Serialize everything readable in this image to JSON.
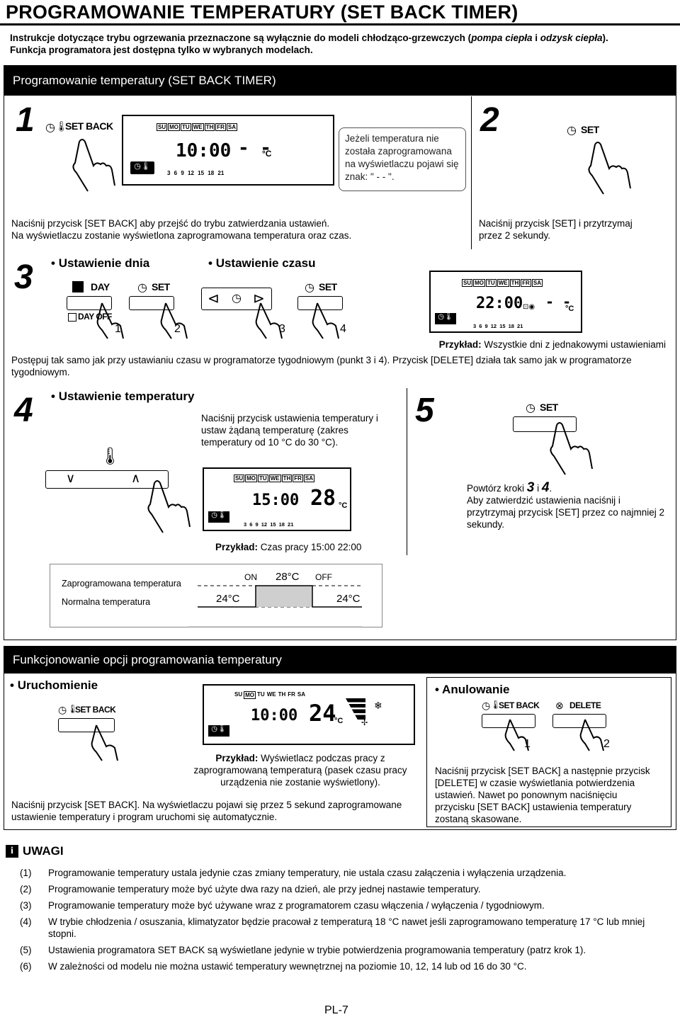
{
  "title": "PROGRAMOWANIE TEMPERATURY (SET BACK TIMER)",
  "intro": {
    "line1_a": "Instrukcje dotyczące trybu ogrzewania przeznaczone są wyłącznie do modeli chłodząco-grzewczych (",
    "line1_b": "pompa ciepła",
    "line1_c": " i ",
    "line1_d": "odzysk ciepła",
    "line1_e": ").",
    "line2": "Funkcja programatora jest dostępna tylko w wybranych modelach."
  },
  "section1": {
    "header": "Programowanie temperatury (SET BACK TIMER)",
    "step1_num": "1",
    "step1_button": "SET BACK",
    "lcd1": {
      "days": [
        "SU",
        "MO",
        "TU",
        "WE",
        "TH",
        "FR",
        "SA"
      ],
      "time": "10:00",
      "temp": "- -",
      "unit": "°C",
      "scale": "3 6 9 12 15 18 21"
    },
    "callout": "Jeżeli temperatura nie została zaprogramowana na wyświetlaczu pojawi się znak: \" - - \".",
    "step1_text1": "Naciśnij przycisk [SET BACK] aby przejść do trybu zatwierdzania ustawień.",
    "step1_text2": "Na wyświetlaczu zostanie wyświetlona zaprogramowana temperatura oraz czas.",
    "step2_num": "2",
    "step2_button": "SET",
    "step2_text1": "Naciśnij przycisk [SET] i przytrzymaj",
    "step2_text2": "przez 2 sekundy.",
    "step3_num": "3",
    "step3_day_label": "Ustawienie dnia",
    "step3_time_label": "Ustawienie czasu",
    "day_label": "DAY",
    "dayoff_label": "DAY OFF",
    "set_label": "SET",
    "finger_nums": [
      "1",
      "2",
      "3",
      "4"
    ],
    "lcd2": {
      "days": [
        "SU",
        "MO",
        "TU",
        "WE",
        "TH",
        "FR",
        "SA"
      ],
      "time": "22:00",
      "temp": "- -",
      "unit": "°C",
      "scale": "3 6 9 12 15 18 21"
    },
    "example3_bold": "Przykład:",
    "example3_text": " Wszystkie dni z jednakowymi ustawieniami",
    "step3_text": "Postępuj tak samo jak przy ustawianiu czasu w programatorze tygodniowym (punkt 3 i 4). Przycisk [DELETE] działa tak samo jak w programatorze tygodniowym.",
    "step4_num": "4",
    "step4_label": "Ustawienie temperatury",
    "step4_text": "Naciśnij przycisk ustawienia temperatury i ustaw żądaną temperaturę (zakres temperatury od 10 °C do 30 °C).",
    "lcd3": {
      "days": [
        "SU",
        "MO",
        "TU",
        "WE",
        "TH",
        "FR",
        "SA"
      ],
      "time": "15:00",
      "temp": "28",
      "unit": "°C",
      "scale": "3 6 9 12 15 18 21"
    },
    "example4_bold": "Przykład:",
    "example4_text": " Czas pracy 15:00  22:00",
    "step5_num": "5",
    "step5_button": "SET",
    "step5_repeat_a": "Powtórz kroki ",
    "step5_repeat_3": "3",
    "step5_repeat_i": " i ",
    "step5_repeat_4": "4",
    "step5_repeat_dot": ".",
    "step5_text": "Aby zatwierdzić ustawienia naciśnij i przytrzymaj przycisk [SET] przez co najmniej 2 sekundy.",
    "graph": {
      "programmed_label": "Zaprogramowana temperatura",
      "normal_label": "Normalna temperatura",
      "on": "ON",
      "off": "OFF",
      "high": "28°C",
      "low_left": "24°C",
      "low_right": "24°C"
    }
  },
  "section2": {
    "header": "Funkcjonowanie opcji programowania temperatury",
    "start_label": "Uruchomienie",
    "start_button": "SET BACK",
    "lcd4": {
      "days": [
        "SU",
        "MO",
        "TU",
        "WE",
        "TH",
        "FR",
        "SA"
      ],
      "time": "10:00",
      "temp": "24",
      "unit": "°C"
    },
    "example5_bold": "Przykład:",
    "example5_text": " Wyświetlacz podczas pracy z zaprogramowaną temperaturą (pasek czasu pracy urządzenia nie zostanie wyświetlony).",
    "start_text": "Naciśnij przycisk [SET BACK]. Na wyświetlaczu pojawi się przez 5 sekund zaprogramowane ustawienie temperatury i program uruchomi się automatycznie.",
    "cancel_label": "Anulowanie",
    "cancel_btn1": "SET BACK",
    "cancel_btn2": "DELETE",
    "cancel_nums": [
      "1",
      "2"
    ],
    "cancel_text": "Naciśnij przycisk [SET BACK] a następnie przycisk [DELETE] w czasie wyświetlania potwierdzenia ustawień. Nawet po ponownym naciśnięciu przycisku [SET BACK] ustawienia temperatury zostaną skasowane."
  },
  "notes": {
    "title": "UWAGI",
    "items": [
      {
        "n": "(1)",
        "t": "Programowanie temperatury ustala jedynie czas zmiany temperatury, nie ustala czasu załączenia i wyłączenia urządzenia."
      },
      {
        "n": "(2)",
        "t": "Programowanie temperatury może być użyte dwa razy na dzień, ale przy jednej nastawie temperatury."
      },
      {
        "n": "(3)",
        "t": "Programowanie temperatury może być używane wraz z programatorem czasu włączenia / wyłączenia / tygodniowym."
      },
      {
        "n": "(4)",
        "t": "W trybie chłodzenia / osuszania, klimatyzator będzie pracował z temperaturą 18 °C nawet jeśli zaprogramowano temperaturę 17 °C lub mniej stopni."
      },
      {
        "n": "(5)",
        "t": "Ustawienia programatora SET BACK są wyświetlane jedynie w trybie potwierdzenia programowania temperatury (patrz krok 1)."
      },
      {
        "n": "(6)",
        "t": "W zależności od modelu nie można ustawić temperatury wewnętrznej na poziomie 10, 12, 14 lub od 16 do 30 °C."
      }
    ]
  },
  "page_number": "PL-7"
}
